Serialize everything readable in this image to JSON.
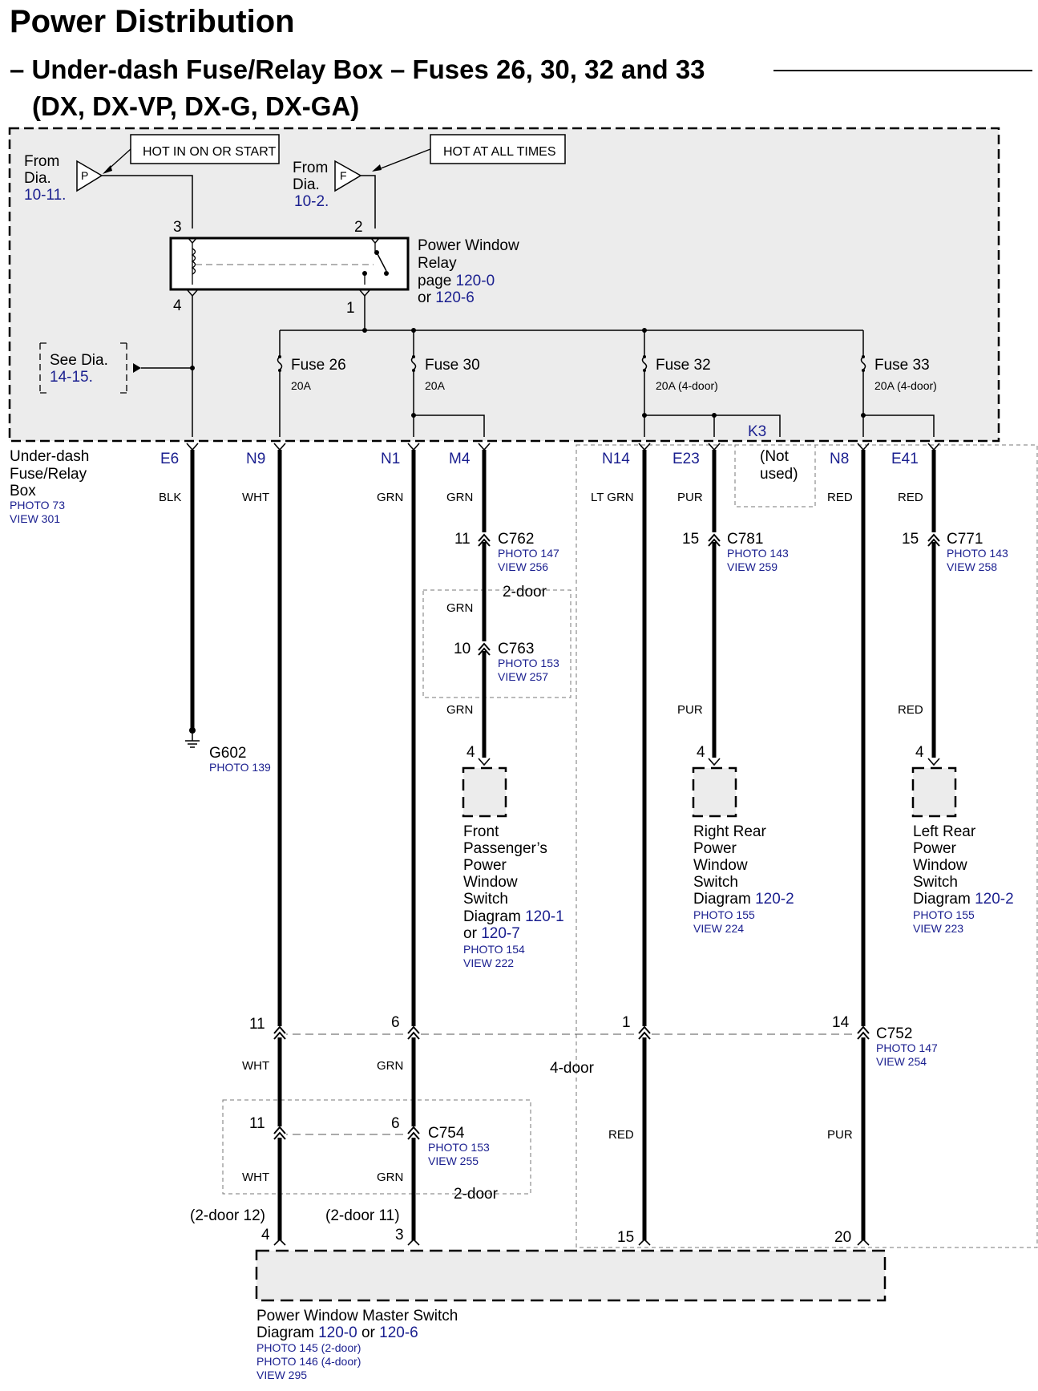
{
  "header": {
    "title": "Power Distribution",
    "subtitle_line1": "– Under-dash Fuse/Relay Box – Fuses 26, 30, 32 and 33",
    "subtitle_line2": "(DX, DX-VP, DX-G, DX-GA)"
  },
  "hot_labels": {
    "on_or_start": "HOT IN ON OR START",
    "all_times": "HOT AT ALL TIMES"
  },
  "sources": {
    "p": {
      "letter": "P",
      "from": "From",
      "dia": "Dia.",
      "ref": "10-11."
    },
    "f": {
      "letter": "F",
      "from": "From",
      "dia": "Dia.",
      "ref": "10-2."
    }
  },
  "relay": {
    "name1": "Power Window",
    "name2": "Relay",
    "page_prefix": "page ",
    "page_ref1": "120-0",
    "or_prefix": "or ",
    "page_ref2": "120-6",
    "pin_3": "3",
    "pin_2": "2",
    "pin_4": "4",
    "pin_1": "1"
  },
  "see_dia": {
    "label": "See Dia.",
    "ref": "14-15."
  },
  "fuses": [
    {
      "name": "Fuse 26",
      "rating": "20A"
    },
    {
      "name": "Fuse 30",
      "rating": "20A"
    },
    {
      "name": "Fuse 32",
      "rating": "20A (4-door)"
    },
    {
      "name": "Fuse 33",
      "rating": "20A (4-door)"
    }
  ],
  "box": {
    "name1": "Under-dash",
    "name2": "Fuse/Relay",
    "name3": "Box",
    "photo": "PHOTO 73",
    "view": "VIEW 301"
  },
  "terminals": {
    "e6": "E6",
    "n9": "N9",
    "n1": "N1",
    "m4": "M4",
    "n14": "N14",
    "e23": "E23",
    "n8": "N8",
    "e41": "E41",
    "k3": "K3"
  },
  "not_used1": "(Not",
  "not_used2": "used)",
  "wire_colors": {
    "blk": "BLK",
    "wht": "WHT",
    "grn": "GRN",
    "ltgrn": "LT GRN",
    "pur": "PUR",
    "red": "RED"
  },
  "connectors": {
    "c762": {
      "pin": "11",
      "name": "C762",
      "photo": "PHOTO 147",
      "view": "VIEW 256"
    },
    "c763": {
      "pin": "10",
      "name": "C763",
      "photo": "PHOTO 153",
      "view": "VIEW 257"
    },
    "c781": {
      "pin": "15",
      "name": "C781",
      "photo": "PHOTO 143",
      "view": "VIEW 259"
    },
    "c771": {
      "pin": "15",
      "name": "C771",
      "photo": "PHOTO 143",
      "view": "VIEW 258"
    },
    "c752": {
      "name": "C752",
      "photo": "PHOTO 147",
      "view": "VIEW 254",
      "pin_a": "11",
      "pin_b": "6",
      "pin_c": "1",
      "pin_d": "14"
    },
    "c754": {
      "name": "C754",
      "photo": "PHOTO 153",
      "view": "VIEW 255",
      "pin_a": "11",
      "pin_b": "6"
    }
  },
  "door_labels": {
    "two_door": "2-door",
    "four_door": "4-door"
  },
  "ground": {
    "name": "G602",
    "photo": "PHOTO 139"
  },
  "switches": {
    "front_pass": {
      "pin": "4",
      "l1": "Front",
      "l2": "Passenger’s",
      "l3": "Power",
      "l4": "Window",
      "l5": "Switch",
      "diag": "Diagram ",
      "ref1": "120-1",
      "or": "or ",
      "ref2": "120-7",
      "photo": "PHOTO 154",
      "view": "VIEW 222"
    },
    "right_rear": {
      "pin": "4",
      "l1": "Right Rear",
      "l2": "Power",
      "l3": "Window",
      "l4": "Switch",
      "diag": "Diagram ",
      "ref": "120-2",
      "photo": "PHOTO 155",
      "view": "VIEW 224"
    },
    "left_rear": {
      "pin": "4",
      "l1": "Left Rear",
      "l2": "Power",
      "l3": "Window",
      "l4": "Switch",
      "diag": "Diagram ",
      "ref": "120-2",
      "photo": "PHOTO 155",
      "view": "VIEW 223"
    }
  },
  "master": {
    "name": "Power Window Master Switch",
    "diag": "Diagram ",
    "ref1": "120-0",
    "or": " or ",
    "ref2": "120-6",
    "photo1": "PHOTO 145 (2-door)",
    "photo2": "PHOTO 146 (4-door)",
    "view": "VIEW 295",
    "pin_4": "4",
    "pin_3": "3",
    "pin_15": "15",
    "pin_20": "20",
    "two_door_12": "(2-door 12)",
    "two_door_11": "(2-door 11)"
  }
}
